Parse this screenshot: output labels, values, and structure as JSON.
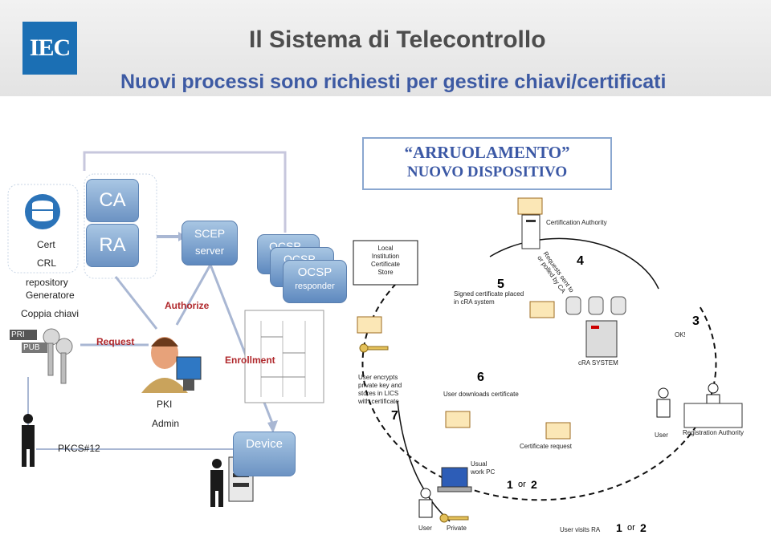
{
  "header": {
    "logo_text": "IEC",
    "title": "Il Sistema di Telecontrollo",
    "subtitle": "Nuovi processi sono richiesti per gestire chiavi/certificati"
  },
  "callout": {
    "line1": "“ARRUOLAMENTO”",
    "line2": "NUOVO DISPOSITIVO"
  },
  "left": {
    "ca": "CA",
    "ra": "RA",
    "cert": "Cert",
    "crl": "CRL",
    "repository": "repository",
    "generatore": "Generatore",
    "coppia": "Coppia chiavi",
    "pri": "PRI",
    "pub": "PUB",
    "request": "Request",
    "authorize": "Authorize",
    "scep": "SCEP",
    "server": "server",
    "ocsp1": "OCSP",
    "ocsp2": "OCSP",
    "ocsp3": "OCSP",
    "responder": "responder",
    "enrollment": "Enrollment",
    "pki": "PKI",
    "admin": "Admin",
    "pkcs": "PKCS#12",
    "device": "Device"
  },
  "right": {
    "local_store": "Local\nInstitution\nCertificate\nStore",
    "cert_authority": "Certification Authority",
    "step4": "4",
    "rotated": "Requests sent to\nor polled by CA",
    "step5": "5",
    "signed": "Signed certificate placed\nin cRA system",
    "step3": "3",
    "ok": "OK!",
    "cra": "cRA SYSTEM",
    "step6": "6",
    "downloads": "User downloads certificate",
    "encrypts": "User encrypts\nprivate key and\nstores in LICS\nwith certificate",
    "step7": "7",
    "user": "User",
    "reg_auth": "Registration Authority",
    "cert_request": "Certificate request",
    "usual_pc": "Usual\nwork PC",
    "step12a": "1",
    "or_a": "or",
    "step12b": "2",
    "user2": "User",
    "private": "Private",
    "visits": "User visits RA",
    "step12c": "1",
    "or_b": "or",
    "step12d": "2"
  },
  "colors": {
    "accent": "#3d5aa3",
    "red": "#b0282c",
    "box": "#6c93c3"
  }
}
